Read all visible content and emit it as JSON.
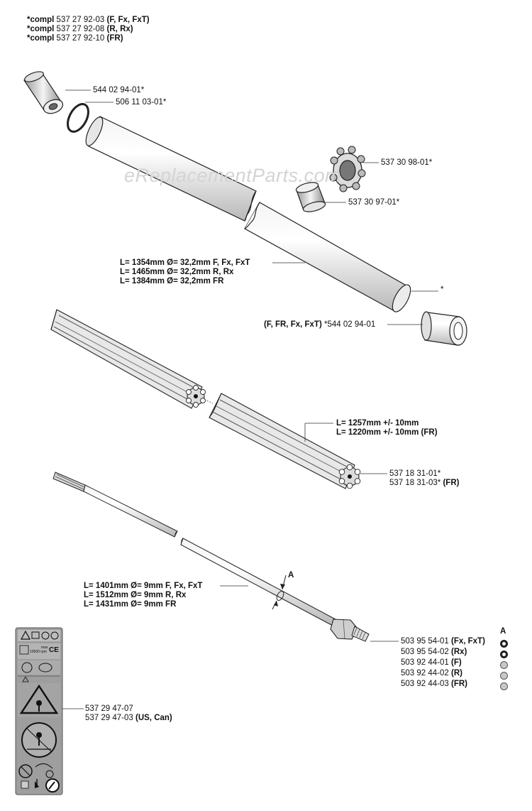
{
  "header": {
    "lines": [
      {
        "prefix": "*compl",
        "number": "537 27 92-03",
        "models": "(F, Fx, FxT)"
      },
      {
        "prefix": "*compl",
        "number": "537 27 92-08",
        "models": "(R, Rx)"
      },
      {
        "prefix": "*compl",
        "number": "537 27 92-10",
        "models": "(FR)"
      }
    ]
  },
  "watermark": "eReplacementParts.com",
  "parts": {
    "bushing_top": "544 02 94-01*",
    "oring": "506 11 03-01*",
    "lock_nut": "537 30 98-01*",
    "sleeve": "537 30 97-01*",
    "shaft_tube_star": "*",
    "bushing_bottom_models": "(F, FR, Fx, FxT)",
    "bushing_bottom_number": "*544 02 94-01",
    "tube_lengths": [
      "L= 1354mm Ø= 32,2mm F, Fx, FxT",
      "L= 1465mm Ø= 32,2mm R, Rx",
      "L= 1384mm Ø= 32,2mm FR"
    ],
    "liner_lengths": [
      "L= 1257mm +/- 10mm",
      "L= 1220mm +/- 10mm (FR)"
    ],
    "liner_numbers": [
      {
        "number": "537 18 31-01*",
        "models": ""
      },
      {
        "number": "537 18 31-03*",
        "models": "(FR)"
      }
    ],
    "shaft_lengths": [
      "L= 1401mm Ø= 9mm F, Fx, FxT",
      "L= 1512mm Ø= 9mm R, Rx",
      "L= 1431mm Ø= 9mm FR"
    ],
    "shaft_marker": "A",
    "shaft_column_header": "A",
    "shaft_numbers": [
      {
        "number": "503 95 54-01",
        "models": "(Fx, FxT)",
        "ring": "open"
      },
      {
        "number": "503 95 54-02",
        "models": "(Rx)",
        "ring": "open"
      },
      {
        "number": "503 92 44-01",
        "models": "(F)",
        "ring": "filled"
      },
      {
        "number": "503 92 44-02",
        "models": "(R)",
        "ring": "filled"
      },
      {
        "number": "503 92 44-03",
        "models": "(FR)",
        "ring": "filled"
      }
    ],
    "decal_numbers": [
      {
        "number": "537 29 47-07",
        "models": ""
      },
      {
        "number": "537 29 47-03",
        "models": "(US, Can)"
      }
    ]
  },
  "decal": {
    "rpm_prefix": "max",
    "rpm": "10500 rpm",
    "ce": "CE"
  }
}
